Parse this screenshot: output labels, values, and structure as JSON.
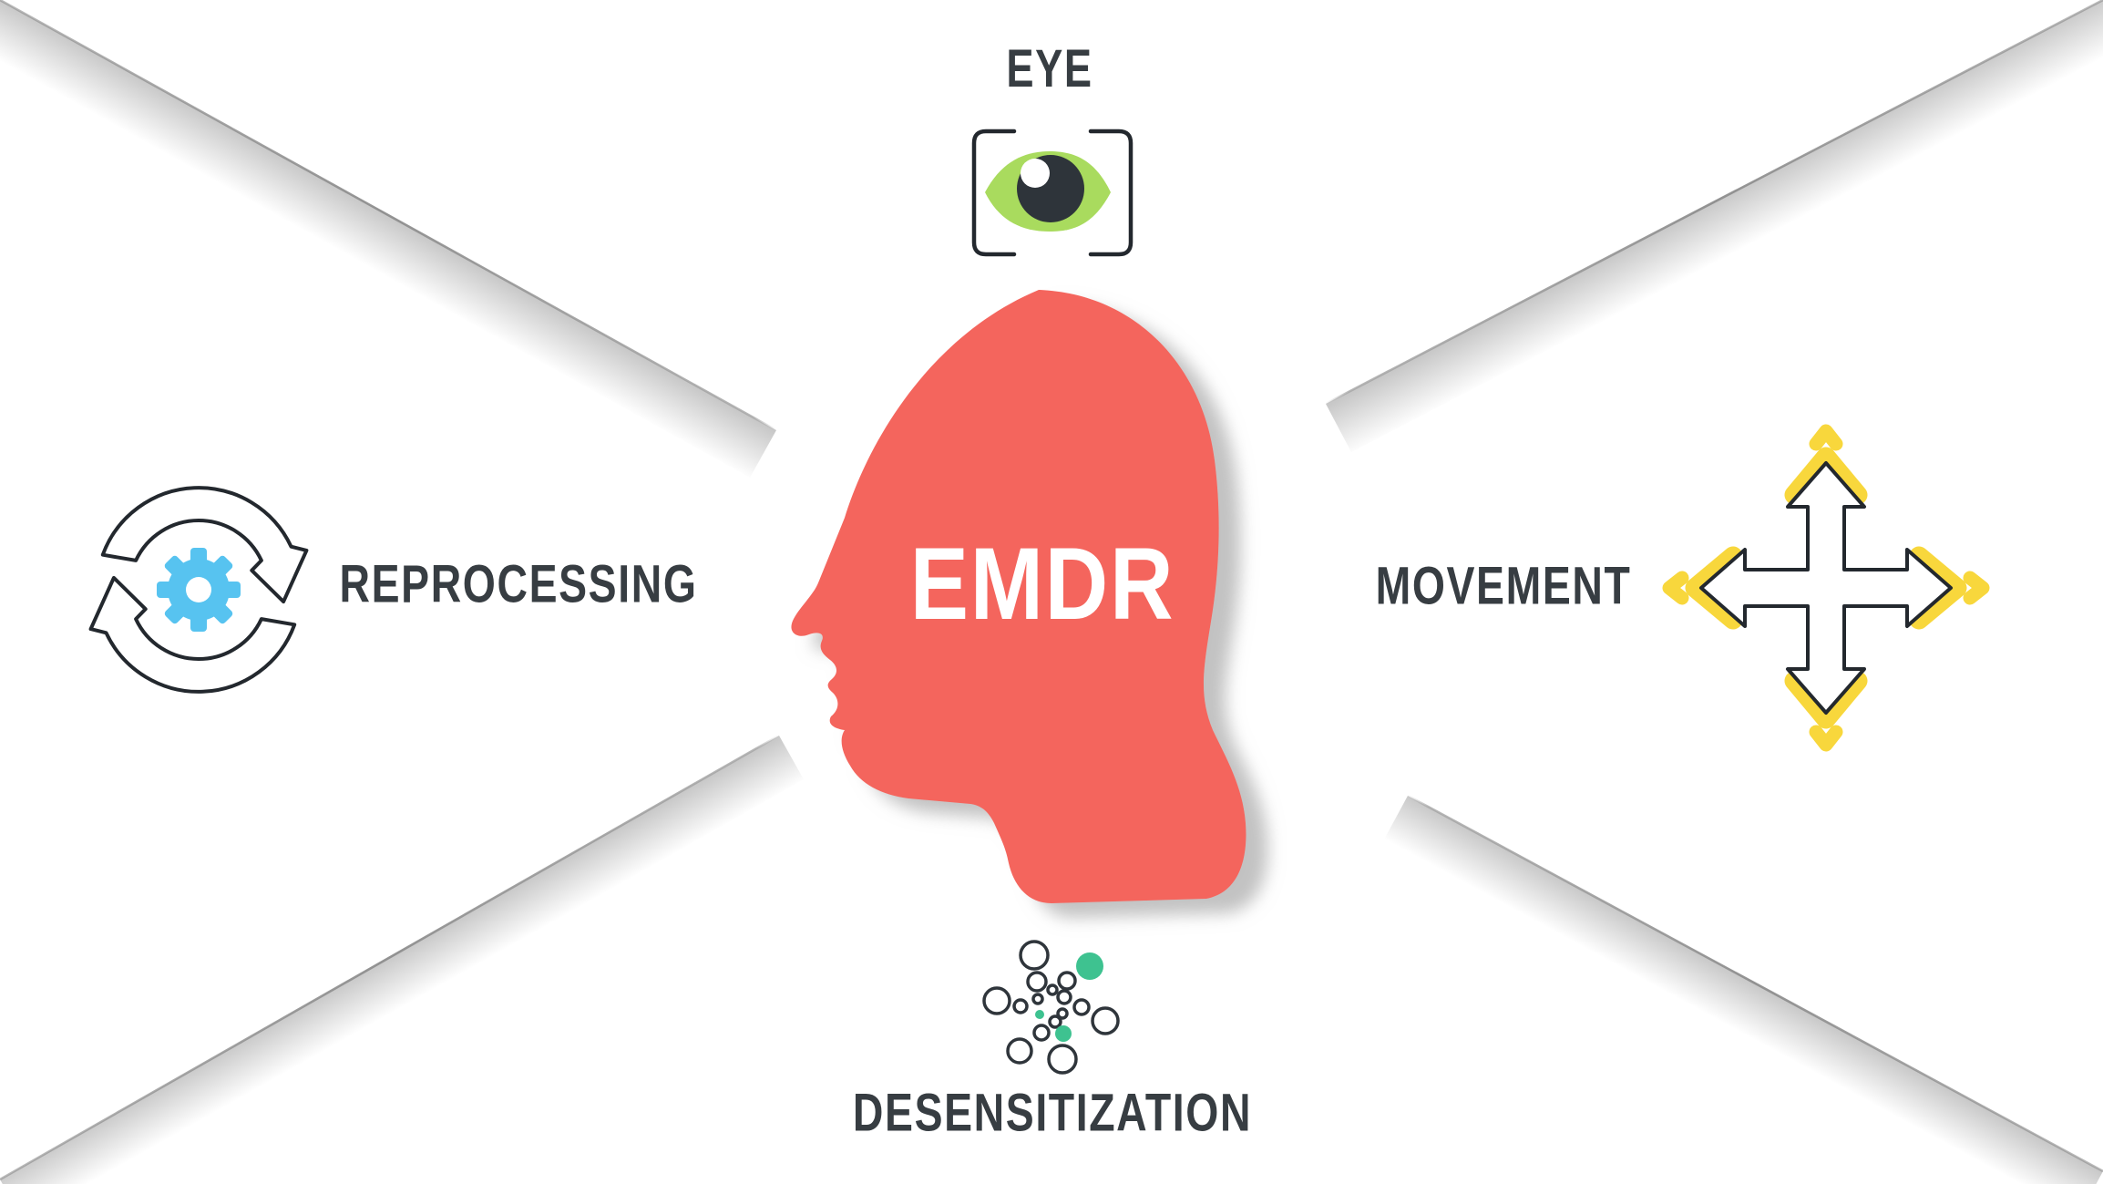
{
  "diagram": {
    "center_label": "EMDR",
    "nodes": [
      {
        "label": "EYE",
        "position": "top",
        "icon": "eye-in-focus-brackets-icon"
      },
      {
        "label": "MOVEMENT",
        "position": "right",
        "icon": "four-direction-arrows-icon"
      },
      {
        "label": "DESENSITIZATION",
        "position": "bottom",
        "icon": "scattered-particles-icon"
      },
      {
        "label": "REPROCESSING",
        "position": "left",
        "icon": "cycle-arrows-gear-icon"
      }
    ]
  },
  "colors": {
    "head_coral": "#F4655D",
    "label_text": "#373D42",
    "center_text": "#FFFFFF",
    "eye_green": "#A9DB5E",
    "pupil_dark": "#2E343A",
    "gear_blue": "#57C3F0",
    "arrow_yellow": "#F8D73C",
    "particle_teal": "#3EC290",
    "icon_outline_dark": "#23282E",
    "crease_gray": "#9A9A9A"
  }
}
